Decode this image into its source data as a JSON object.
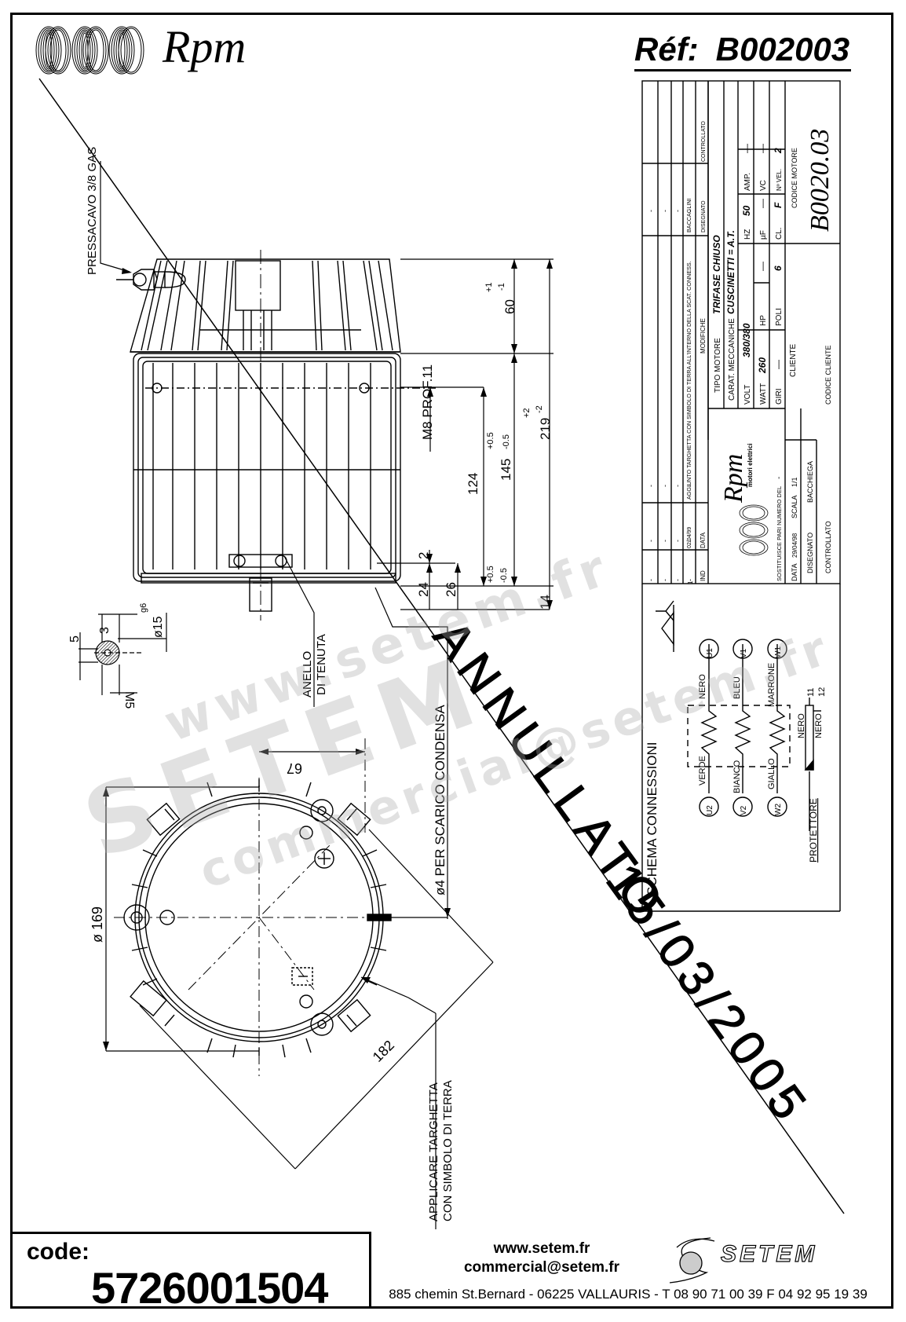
{
  "header": {
    "brand": "Rpm",
    "ref_label": "Réf:",
    "ref_value": "B002003"
  },
  "title_block": {
    "revisions": {
      "rows": [
        {
          "ind": "-",
          "data": "-",
          "modifiche": "-",
          "disegnato": "-",
          "controllato": ""
        },
        {
          "ind": "-",
          "data": "-",
          "modifiche": "-",
          "disegnato": "-",
          "controllato": ""
        },
        {
          "ind": "-",
          "data": "-",
          "modifiche": "-",
          "disegnato": "-",
          "controllato": ""
        },
        {
          "ind": "-",
          "data": "-",
          "modifiche": "-",
          "disegnato": "-",
          "controllato": ""
        },
        {
          "ind": "1",
          "data": "02/04/99",
          "modifiche": "AGGIUNTO TARGHETTA CON SIMBOLO DI TERRA ALL'INTERNO DELLA SCAT. CONNESS.",
          "disegnato": "BACCAGLINI",
          "controllato": ""
        }
      ],
      "header": {
        "ind": "IND",
        "data": "DATA",
        "modifiche": "MODIFICHE",
        "disegnato": "DISEGNATO",
        "controllato": "CONTROLLATO"
      }
    },
    "logo_brand": "Rpm",
    "logo_subtitle": "motori elettrici",
    "tipo_motore_label": "TIPO MOTORE",
    "tipo_motore_value": "TRIFASE CHIUSO",
    "carat_meccaniche_label": "CARAT. MECCANICHE",
    "carat_meccaniche_value": "CUSCINETTI = A.T.",
    "specs": [
      {
        "label": "VOLT",
        "value": "380/380"
      },
      {
        "label": "HZ",
        "value": "50"
      },
      {
        "label": "AMP.",
        "value": "—"
      },
      {
        "label": "WATT",
        "value": "260"
      },
      {
        "label": "HP",
        "value": "—"
      },
      {
        "label": "µF",
        "value": "—"
      },
      {
        "label": "VC",
        "value": "—"
      },
      {
        "label": "GIRI",
        "value": "—"
      },
      {
        "label": "POLI",
        "value": "6"
      },
      {
        "label": "CL.",
        "value": "F"
      },
      {
        "label": "Nº VEL.",
        "value": "2"
      }
    ],
    "sostituisce_label": "SOSTITUISCE PARI NUMERO DEL",
    "sostituisce_value": "-",
    "data_label": "DATA",
    "data_value": "29/04/98",
    "scala_label": "SCALA",
    "scala_value": "1/1",
    "disegnato_label": "DISEGNATO",
    "disegnato_value": "BACCHIEGA",
    "controllato_label": "CONTROLLATO",
    "cliente_label": "CLIENTE",
    "codice_cliente_label": "CODICE CLIENTE",
    "codice_motore_label": "CODICE MOTORE",
    "codice_motore_value": "B0020.03"
  },
  "schema": {
    "title": "SCHEMA CONNESSIONI",
    "symbols": "Δ Y",
    "windings": [
      {
        "start": "U2",
        "start_color": "VERDE",
        "end": "U1",
        "end_color": "NERO"
      },
      {
        "start": "V2",
        "start_color": "BIANCO",
        "end": "V1",
        "end_color": "BLEU"
      },
      {
        "start": "W2",
        "start_color": "GIALLO",
        "end": "W1",
        "end_color": "MARRONE"
      }
    ],
    "protector_label": "PROTETTORE",
    "protector_wires": [
      {
        "color": "NERO",
        "terminal": "11"
      },
      {
        "color": "NERO",
        "terminal": "12"
      }
    ]
  },
  "annotations": {
    "pressacavo": "PRESSACAVO 3/8 GAS",
    "m8": "M8 PROF.11",
    "anello_1": "ANELLO",
    "anello_2": "DI TENUTA",
    "scarico": "ø4 PER SCARICO CONDENSA",
    "targhetta_1": "APPLICARE TARGHETTA",
    "targhetta_2": "CON SIMBOLO DI TERRA",
    "annullato": "ANNULLATO",
    "annullato_date": "15/03/2005"
  },
  "dimensions": {
    "d60": "60",
    "d60_tol_plus": "+1",
    "d60_tol_minus": "-1",
    "d219": "219",
    "d219_tol_plus": "+2",
    "d219_tol_minus": "-2",
    "d145": "145",
    "d145_tol_plus": "+0.5",
    "d145_tol_minus": "-0.5",
    "d124": "124",
    "d2": "2",
    "d24": "24",
    "d26": "26",
    "d14": "14",
    "d14_tol_plus": "+0.5",
    "d14_tol_minus": "-0.5",
    "shaft_len": "5",
    "shaft_flat": "3",
    "shaft_dia": "ø15",
    "shaft_fit": "g6",
    "shaft_thread": "M5",
    "d67": "67",
    "d169": "ø 169",
    "d182": "182"
  },
  "footer": {
    "code_label": "code:",
    "code_value": "5726001504",
    "website": "www.setem.fr",
    "email": "commercial@setem.fr",
    "address": "885 chemin St.Bernard  -  06225 VALLAURIS  -  T 08 90 71 00 39   F 04 92 95 19 39",
    "brand": "SETEM"
  },
  "watermarks": [
    "www.setem.fr",
    "SETEM",
    "commercial@setem.fr"
  ]
}
